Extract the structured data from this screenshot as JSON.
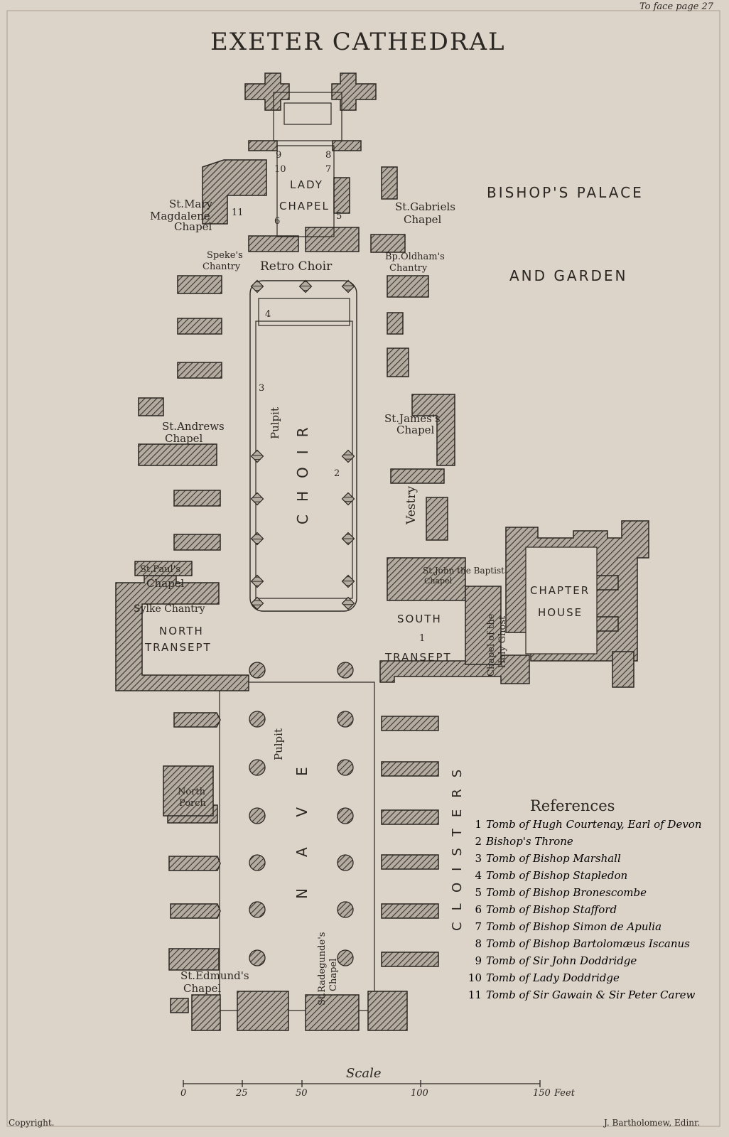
{
  "header": {
    "title": "EXETER CATHEDRAL",
    "page_note": "To face page 27"
  },
  "labels": {
    "bishops_palace": "BISHOP'S PALACE",
    "and_garden": "AND GARDEN",
    "lady_chapel_1": "LADY",
    "lady_chapel_2": "CHAPEL",
    "st_mary_1": "St.Mary",
    "st_mary_2": "Magdalene",
    "st_mary_3": "Chapel",
    "st_gabriels_1": "St.Gabriels",
    "st_gabriels_2": "Chapel",
    "speke_1": "Speke's",
    "speke_2": "Chantry",
    "oldham_1": "Bp.Oldham's",
    "oldham_2": "Chantry",
    "retro_choir": "Retro Choir",
    "choir": "CHOIR",
    "pulpit_choir": "Pulpit",
    "st_andrews_1": "St.Andrews",
    "st_andrews_2": "Chapel",
    "st_james_1": "St.James's",
    "st_james_2": "Chapel",
    "vestry": "Vestry",
    "st_pauls_1": "St.Paul's",
    "st_pauls_2": "Chapel",
    "sylke": "Sylke Chantry",
    "north_transept_1": "NORTH",
    "north_transept_2": "TRANSEPT",
    "st_john_1": "St.John the Baptist",
    "st_john_2": "Chapel",
    "south_transept_1": "SOUTH",
    "south_transept_2": "TRANSEPT",
    "holy_ghost_1": "Chapel of the",
    "holy_ghost_2": "Holy Ghost",
    "chapter_house_1": "CHAPTER",
    "chapter_house_2": "HOUSE",
    "nave": "NAVE",
    "pulpit_nave": "Pulpit",
    "cloisters": "CLOISTERS",
    "north_porch_1": "North",
    "north_porch_2": "Porch",
    "st_edmunds_1": "St.Edmund's",
    "st_edmunds_2": "Chapel",
    "st_radegunde_1": "St.Radegunde's",
    "st_radegunde_2": "Chapel"
  },
  "tomb_markers": [
    "1",
    "2",
    "3",
    "4",
    "5",
    "6",
    "7",
    "8",
    "9",
    "10",
    "11"
  ],
  "references": {
    "title": "References",
    "items": [
      {
        "num": "1",
        "text": "Tomb of Hugh Courtenay, Earl of Devon"
      },
      {
        "num": "2",
        "text": "Bishop's Throne"
      },
      {
        "num": "3",
        "text": "Tomb of Bishop Marshall"
      },
      {
        "num": "4",
        "text": "Tomb of Bishop Stapledon"
      },
      {
        "num": "5",
        "text": "Tomb of Bishop Bronescombe"
      },
      {
        "num": "6",
        "text": "Tomb of Bishop Stafford"
      },
      {
        "num": "7",
        "text": "Tomb of Bishop Simon de Apulia"
      },
      {
        "num": "8",
        "text": "Tomb of Bishop Bartolomæus Iscanus"
      },
      {
        "num": "9",
        "text": "Tomb of Sir John Doddridge"
      },
      {
        "num": "10",
        "text": "Tomb of Lady Doddridge"
      },
      {
        "num": "11",
        "text": "Tomb of Sir Gawain & Sir Peter Carew"
      }
    ]
  },
  "scale": {
    "label": "Scale",
    "ticks": [
      "0",
      "25",
      "50",
      "100",
      "150"
    ],
    "unit": "Feet"
  },
  "footer": {
    "copyright": "Copyright.",
    "publisher": "J. Bartholomew, Edinr."
  },
  "colors": {
    "paper": "#dcd3c9",
    "ink": "#2b2722",
    "hatch_fill": "#8c847a"
  }
}
